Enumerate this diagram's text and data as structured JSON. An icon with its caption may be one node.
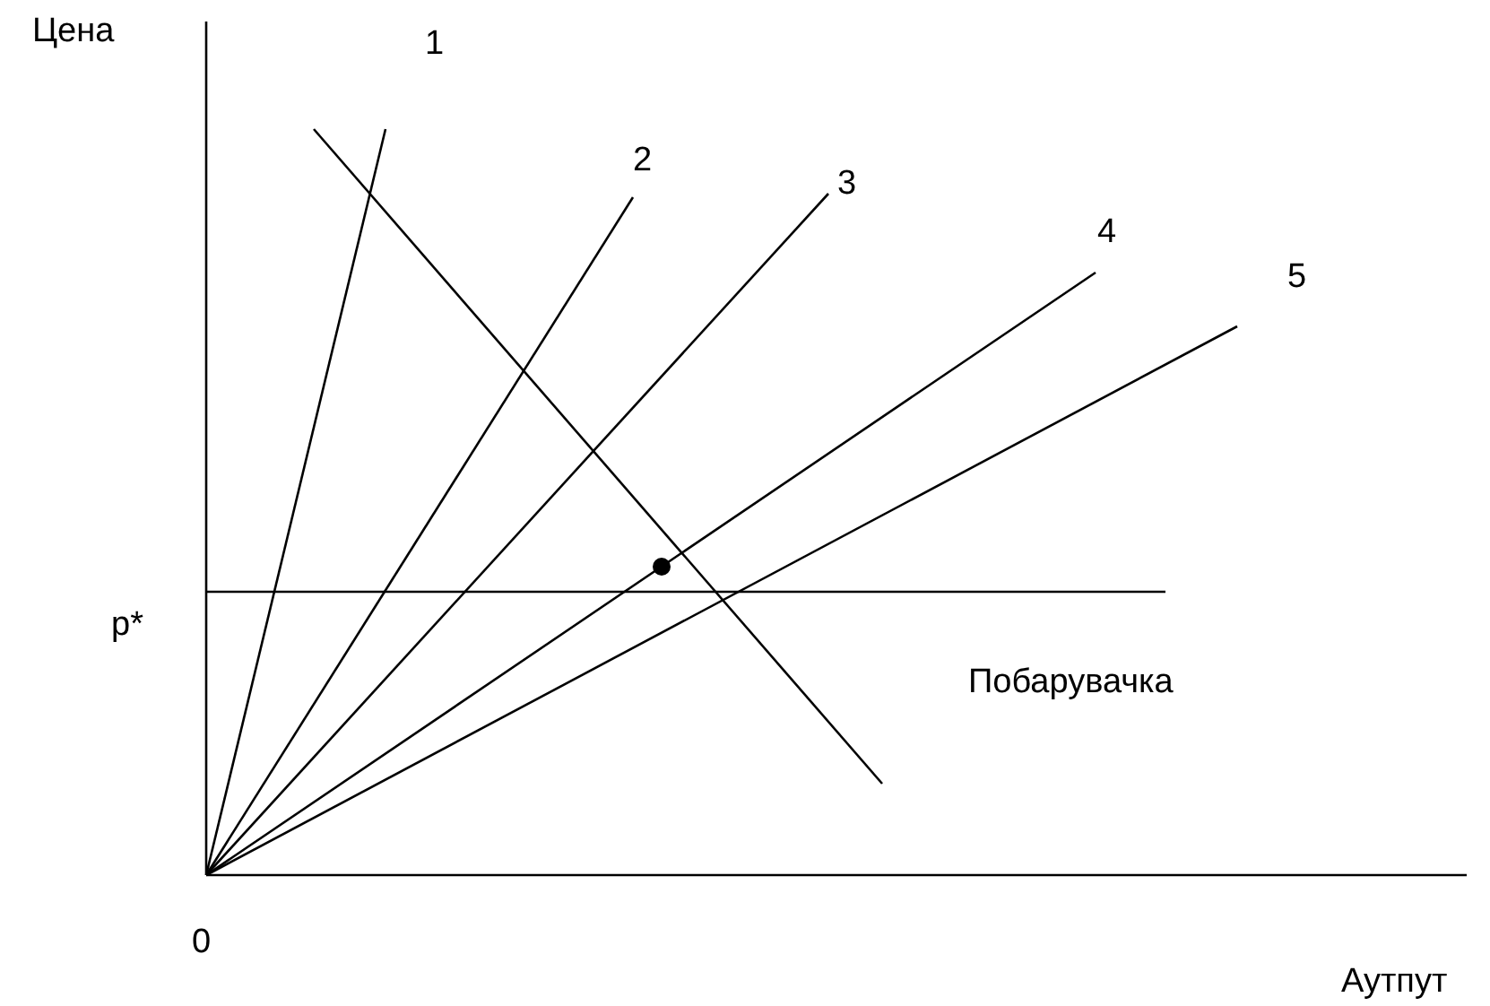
{
  "diagram": {
    "labels": [
      "Цена",
      "1",
      "2",
      "3",
      "4",
      "5",
      "p*",
      "Побарувачка",
      "0",
      "Аутпут"
    ]
  }
}
